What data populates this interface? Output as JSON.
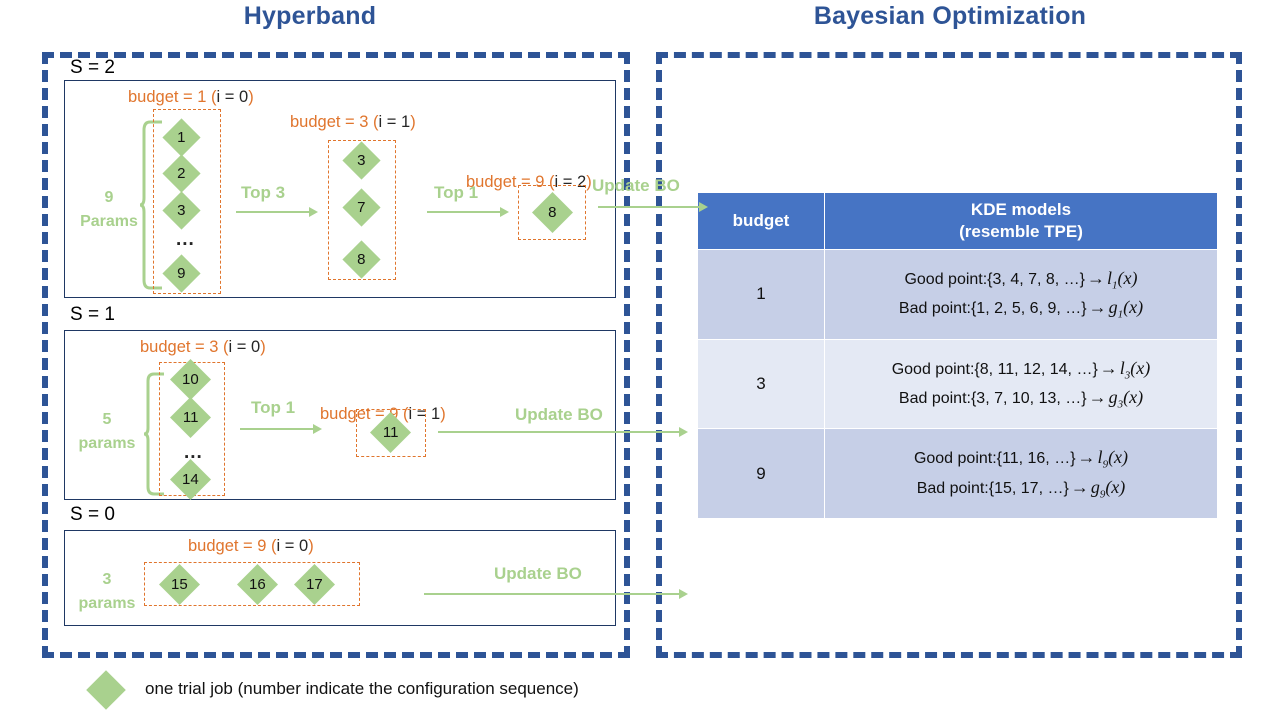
{
  "titles": {
    "left": "Hyperband",
    "right": "Bayesian Optimization"
  },
  "colors": {
    "title_blue": "#2E5496",
    "panel_dash_blue": "#2E5496",
    "budget_orange": "#E0752D",
    "diamond_green": "#A9D18E",
    "table_header_blue": "#4674C4",
    "table_row_dark": "#C6CFE7",
    "table_row_light": "#E4E9F4",
    "stage_border": "#1F3864"
  },
  "hyperband": {
    "brackets": [
      {
        "stage_label": "S = 2",
        "params_count": "9",
        "params_word": "Params",
        "stages": [
          {
            "budget_prefix": "budget = 1",
            "budget_i": "i = 0",
            "items": [
              "1",
              "2",
              "3",
              "...",
              "9"
            ]
          },
          {
            "budget_prefix": "budget = 3",
            "budget_i": "i = 1",
            "items": [
              "3",
              "7",
              "8"
            ]
          },
          {
            "budget_prefix": "budget = 9",
            "budget_i": "i = 2",
            "items": [
              "8"
            ]
          }
        ],
        "transitions": [
          "Top 3",
          "Top 1"
        ],
        "update_label": "Update BO"
      },
      {
        "stage_label": "S = 1",
        "params_count": "5",
        "params_word": "params",
        "stages": [
          {
            "budget_prefix": "budget = 3",
            "budget_i": "i = 0",
            "items": [
              "10",
              "11",
              "...",
              "14"
            ]
          },
          {
            "budget_prefix": "budget = 9",
            "budget_i": "i = 1",
            "items": [
              "11"
            ]
          }
        ],
        "transitions": [
          "Top 1"
        ],
        "update_label": "Update BO"
      },
      {
        "stage_label": "S = 0",
        "params_count": "3",
        "params_word": "params",
        "stages": [
          {
            "budget_prefix": "budget = 9",
            "budget_i": "i = 0",
            "items": [
              "15",
              "16",
              "17"
            ]
          }
        ],
        "transitions": [],
        "update_label": "Update BO"
      }
    ]
  },
  "bo_table": {
    "headers": [
      "budget",
      "KDE models",
      "(resemble TPE)"
    ],
    "rows": [
      {
        "budget": "1",
        "good": "Good point:{3, 4, 7, 8, …}",
        "good_model": "l",
        "good_sub": "1",
        "bad": "Bad point:{1, 2, 5, 6, 9, …}",
        "bad_model": "g",
        "bad_sub": "1",
        "arrow": "→",
        "arg": "(x)"
      },
      {
        "budget": "3",
        "good": "Good point:{8, 11, 12, 14, …}",
        "good_model": "l",
        "good_sub": "3",
        "bad": "Bad point:{3, 7, 10, 13, …}",
        "bad_model": "g",
        "bad_sub": "3",
        "arrow": "→",
        "arg": "(x)"
      },
      {
        "budget": "9",
        "good": "Good point:{11, 16, …}",
        "good_model": "l",
        "good_sub": "9",
        "bad": "Bad point:{15, 17, …}",
        "bad_model": "g",
        "bad_sub": "9",
        "arrow": "→",
        "arg": "(x)"
      }
    ]
  },
  "legend": {
    "text": "one trial job (number indicate the configuration sequence)"
  }
}
